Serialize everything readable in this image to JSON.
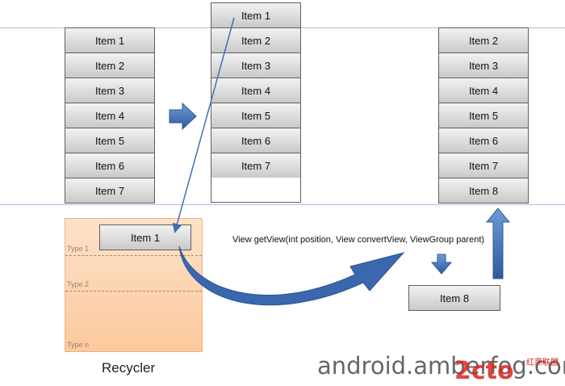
{
  "list_before": [
    "Item 1",
    "Item 2",
    "Item 3",
    "Item 4",
    "Item 5",
    "Item 6",
    "Item 7"
  ],
  "list_scrolling": [
    "Item 1",
    "Item 2",
    "Item 3",
    "Item 4",
    "Item 5",
    "Item 6",
    "Item 7"
  ],
  "list_after": [
    "Item 2",
    "Item 3",
    "Item 4",
    "Item 5",
    "Item 6",
    "Item 7",
    "Item 8"
  ],
  "recycler": {
    "caption": "Recycler",
    "types": [
      "Type 1",
      "Type 2",
      "Type n"
    ],
    "recycled_item": "Item 1"
  },
  "new_item": "Item 8",
  "method_signature": "View getView(int position, View convertView, ViewGroup parent)",
  "watermark": {
    "site": "android.amberfog.com",
    "logo_text": "2cto",
    "logo_cn": "红黑联盟"
  },
  "colors": {
    "arrow_blue": "#3e6fb5",
    "recycler_fill": "#fbc99e",
    "guide_line": "#aec3e3",
    "logo_red": "#d8261c"
  }
}
